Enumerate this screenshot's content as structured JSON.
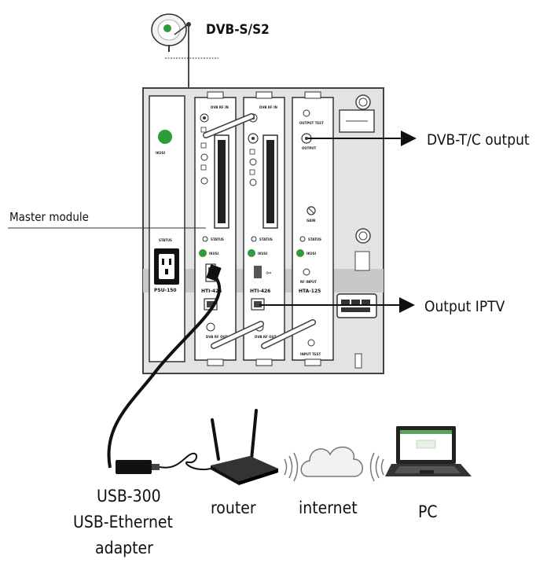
{
  "labels": {
    "dvbs": "DVB-S/S2",
    "dvbt_output": "DVB-T/C output",
    "output_iptv": "Output IPTV",
    "master_module": "Master module",
    "usb300_line1": "USB-300",
    "usb300_line2": "USB-Ethernet",
    "usb300_line3": "adapter",
    "router": "router",
    "internet": "internet",
    "pc": "PC"
  },
  "modules": {
    "psu": "PSU-150",
    "hti424": "HTI-424",
    "hti426": "HTI-426",
    "hta125": "HTA-125",
    "brand": "IKUSI",
    "status": "STATUS",
    "dvb_rf_in": "DVB RF IN",
    "dvb_rf_out": "DVB RF OUT",
    "output": "OUTPUT",
    "output_test": "OUTPUT TEST",
    "input_test": "INPUT TEST",
    "rf_input": "RF INPUT",
    "gain": "GAIN"
  }
}
